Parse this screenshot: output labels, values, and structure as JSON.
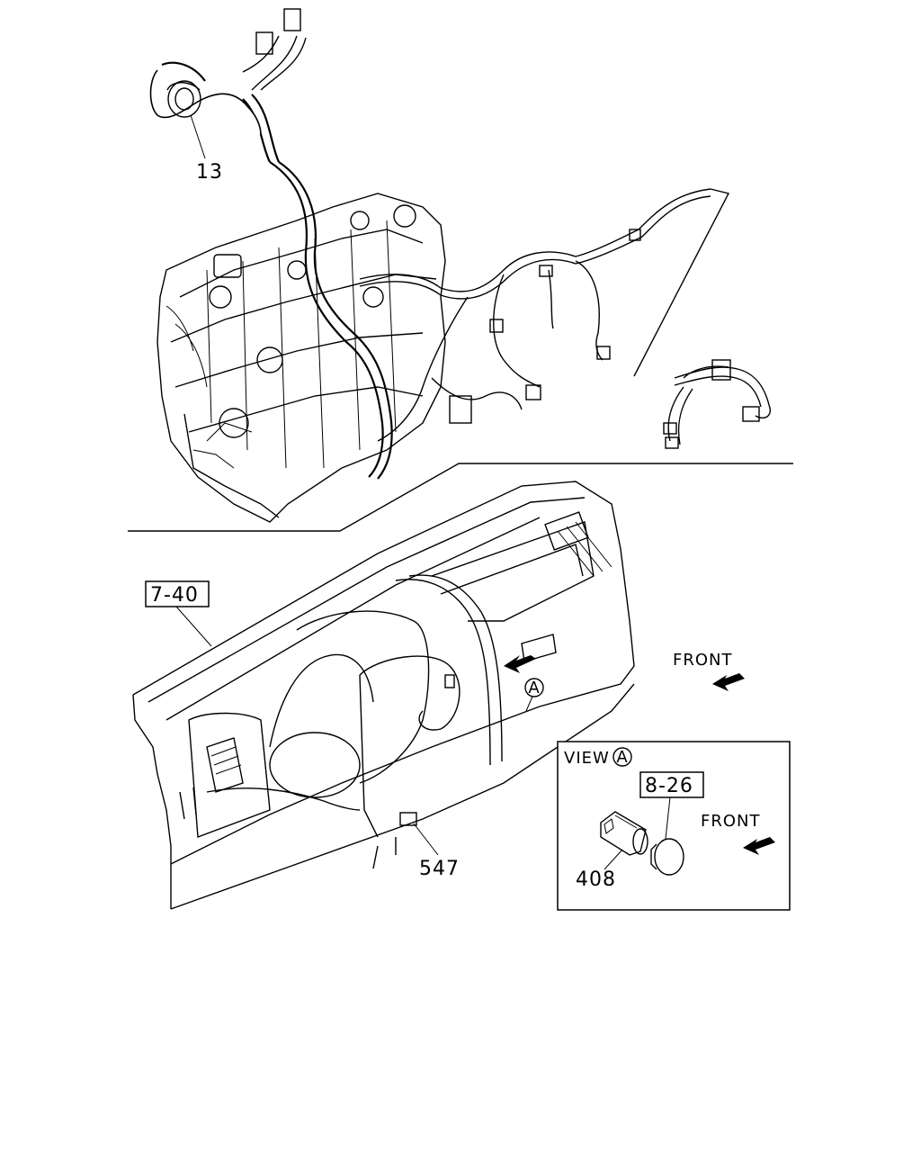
{
  "callouts": {
    "c13": "13",
    "c740": "7-40",
    "c547": "547",
    "c826": "8-26",
    "c408": "408"
  },
  "front_main": "FRONT",
  "front_inset": "FRONT",
  "view_label": "VIEW",
  "view_letter": "A",
  "ref_letter": "A",
  "icons": [
    "front-arrow-icon",
    "circled-a-icon"
  ]
}
